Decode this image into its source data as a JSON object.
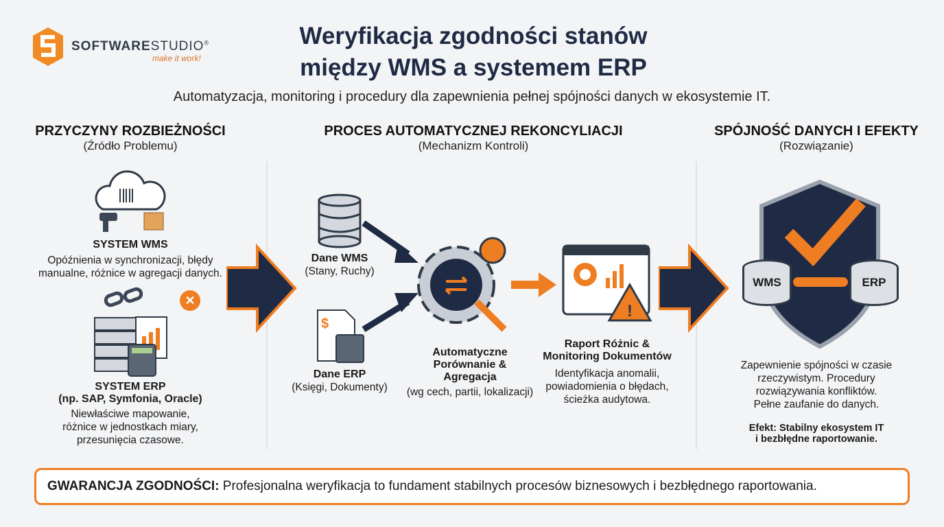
{
  "logo": {
    "name_bold": "SOFTWARE",
    "name_light": "STUDIO",
    "reg": "®",
    "tagline": "make it work!"
  },
  "title": {
    "line1": "Weryfikacja zgodności stanów",
    "line2": "między WMS a systemem ERP"
  },
  "subtitle": "Automatyzacja, monitoring i procedury dla zapewnienia pełnej spójności danych w ekosystemie IT.",
  "columns": [
    {
      "heading": "PRZYCZYNY ROZBIEŻNOŚCI",
      "subheading": "(Źródło Problemu)"
    },
    {
      "heading": "PROCES AUTOMATYCZNEJ REKONCYLIACJI",
      "subheading": "(Mechanizm Kontroli)"
    },
    {
      "heading": "SPÓJNOŚĆ DANYCH I EFEKTY",
      "subheading": "(Rozwiązanie)"
    }
  ],
  "left": {
    "wms_title": "SYSTEM WMS",
    "wms_desc1": "Opóźnienia w synchronizacji, błędy",
    "wms_desc2": "manualne, różnice w agregacji danych.",
    "erp_title1": "SYSTEM ERP",
    "erp_title2": "(np. SAP, Symfonia, Oracle)",
    "erp_desc1": "Niewłaściwe mapowanie,",
    "erp_desc2": "różnice w jednostkach miary,",
    "erp_desc3": "przesunięcia czasowe."
  },
  "middle": {
    "wms_label": "Dane WMS",
    "wms_sub": "(Stany, Ruchy)",
    "erp_label": "Dane ERP",
    "erp_sub": "(Księgi, Dokumenty)",
    "compare1": "Automatyczne",
    "compare2": "Porównanie &",
    "compare3": "Agregacja",
    "compare_sub": "(wg cech, partii, lokalizacji)",
    "report1": "Raport Różnic &",
    "report2": "Monitoring Dokumentów",
    "report_desc1": "Identyfikacja anomalii,",
    "report_desc2": "powiadomienia o błędach,",
    "report_desc3": "ścieżka audytowa."
  },
  "right": {
    "wms": "WMS",
    "erp": "ERP",
    "desc1": "Zapewnienie spójności w czasie",
    "desc2": "rzeczywistym. Procedury",
    "desc3": "rozwiązywania konfliktów.",
    "desc4": "Pełne zaufanie do danych.",
    "effect1": "Efekt: Stabilny ekosystem IT",
    "effect2": "i bezbłędne raportowanie."
  },
  "banner": {
    "label": "GWARANCJA ZGODNOŚCI:",
    "text": " Profesjonalna weryfikacja to fundament stabilnych procesów biznesowych i bezbłędnego raportowania."
  },
  "colors": {
    "navy": "#1f2a44",
    "orange": "#ef7d22"
  }
}
